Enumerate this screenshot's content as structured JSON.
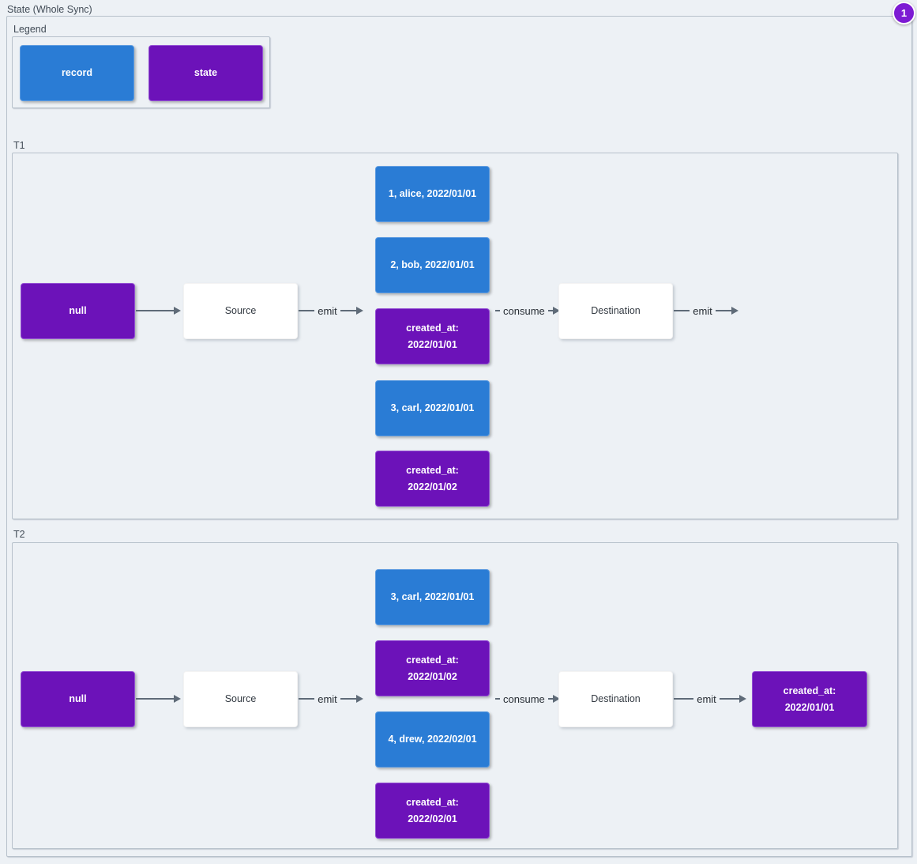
{
  "title": "State (Whole Sync)",
  "badge": {
    "label": "1"
  },
  "colors": {
    "background": "#edf1f5",
    "record": "#2a7cd5",
    "state": "#6c12b9",
    "arrow": "#5f6b78",
    "badge": "#7d1bd3"
  },
  "legend": {
    "label": "Legend",
    "items": [
      {
        "label": "record",
        "type": "record"
      },
      {
        "label": "state",
        "type": "state"
      }
    ]
  },
  "sections": {
    "t1": {
      "label": "T1",
      "null_label": "null",
      "source_label": "Source",
      "destination_label": "Destination",
      "stream": [
        {
          "label": "1, alice, 2022/01/01",
          "type": "record"
        },
        {
          "label": "2, bob, 2022/01/01",
          "type": "record"
        },
        {
          "label": "created_at: 2022/01/01",
          "type": "state"
        },
        {
          "label": "3, carl, 2022/01/01",
          "type": "record"
        },
        {
          "label": "created_at: 2022/01/02",
          "type": "state"
        }
      ],
      "edge_labels": [
        "emit",
        "consume",
        "emit"
      ]
    },
    "t2": {
      "label": "T2",
      "null_label": "null",
      "source_label": "Source",
      "destination_label": "Destination",
      "stream": [
        {
          "label": "3, carl, 2022/01/01",
          "type": "record"
        },
        {
          "label": "created_at: 2022/01/02",
          "type": "state"
        },
        {
          "label": "4, drew, 2022/02/01",
          "type": "record"
        },
        {
          "label": "created_at: 2022/02/01",
          "type": "state"
        }
      ],
      "edge_labels": [
        "emit",
        "consume",
        "emit"
      ],
      "output_state": "created_at: 2022/01/01"
    }
  }
}
